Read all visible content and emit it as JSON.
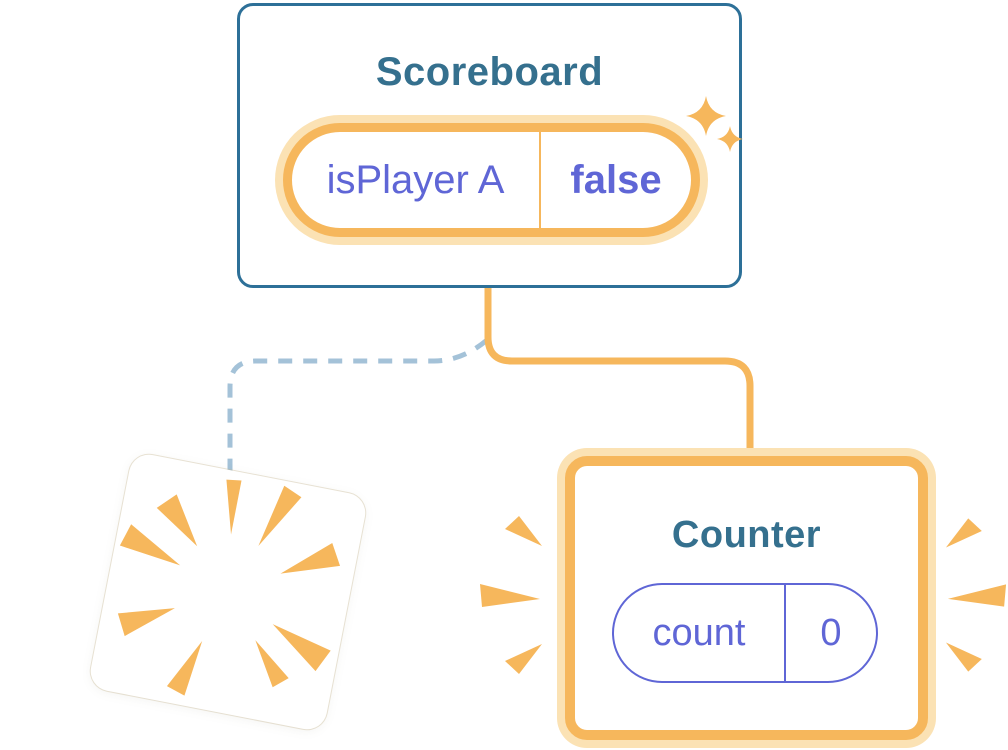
{
  "scoreboard": {
    "title": "Scoreboard",
    "state": {
      "name": "isPlayer A",
      "value": "false"
    }
  },
  "counter": {
    "title": "Counter",
    "state": {
      "name": "count",
      "value": "0"
    }
  },
  "colors": {
    "accent_orange": "#F6B75C",
    "orange_halo": "#FBE2B4",
    "title_teal": "#35708E",
    "card_border_teal": "#2D7098",
    "state_indigo": "#5F66D6",
    "dashed_line_blue": "#A4C2D8",
    "card_background": "#FFFFFF"
  },
  "icons": {
    "sparkles": "sparkles-icon",
    "poof": "poof-starburst-icon",
    "emphasis_left": "emphasis-rays-left-icon",
    "emphasis_right": "emphasis-rays-right-icon"
  }
}
